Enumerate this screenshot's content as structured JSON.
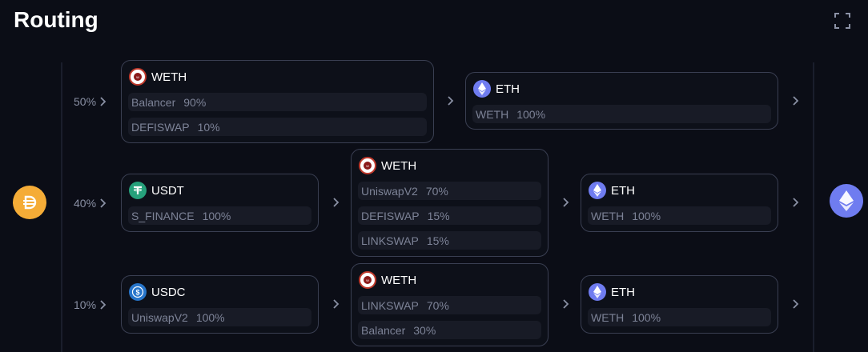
{
  "title": "Routing",
  "icons": {
    "expand": "expand-icon",
    "source": "dai-icon",
    "destination": "eth-icon",
    "weth": "weth-icon",
    "eth": "eth-icon",
    "usdt": "usdt-icon",
    "usdc": "usdc-icon"
  },
  "colors": {
    "background": "#0b0d16",
    "dai": "#f5ac37",
    "eth": "#6f7cf0",
    "usdt": "#26a17b",
    "usdc": "#2775ca",
    "weth_ring": "#c0392b"
  },
  "routes": [
    {
      "percent": "50%",
      "hops": [
        {
          "token": "WETH",
          "pools": [
            {
              "name": "Balancer",
              "share": "90%"
            },
            {
              "name": "DEFISWAP",
              "share": "10%"
            }
          ]
        },
        {
          "token": "ETH",
          "pools": [
            {
              "name": "WETH",
              "share": "100%"
            }
          ]
        }
      ]
    },
    {
      "percent": "40%",
      "hops": [
        {
          "token": "USDT",
          "pools": [
            {
              "name": "S_FINANCE",
              "share": "100%"
            }
          ]
        },
        {
          "token": "WETH",
          "pools": [
            {
              "name": "UniswapV2",
              "share": "70%"
            },
            {
              "name": "DEFISWAP",
              "share": "15%"
            },
            {
              "name": "LINKSWAP",
              "share": "15%"
            }
          ]
        },
        {
          "token": "ETH",
          "pools": [
            {
              "name": "WETH",
              "share": "100%"
            }
          ]
        }
      ]
    },
    {
      "percent": "10%",
      "hops": [
        {
          "token": "USDC",
          "pools": [
            {
              "name": "UniswapV2",
              "share": "100%"
            }
          ]
        },
        {
          "token": "WETH",
          "pools": [
            {
              "name": "LINKSWAP",
              "share": "70%"
            },
            {
              "name": "Balancer",
              "share": "30%"
            }
          ]
        },
        {
          "token": "ETH",
          "pools": [
            {
              "name": "WETH",
              "share": "100%"
            }
          ]
        }
      ]
    }
  ]
}
